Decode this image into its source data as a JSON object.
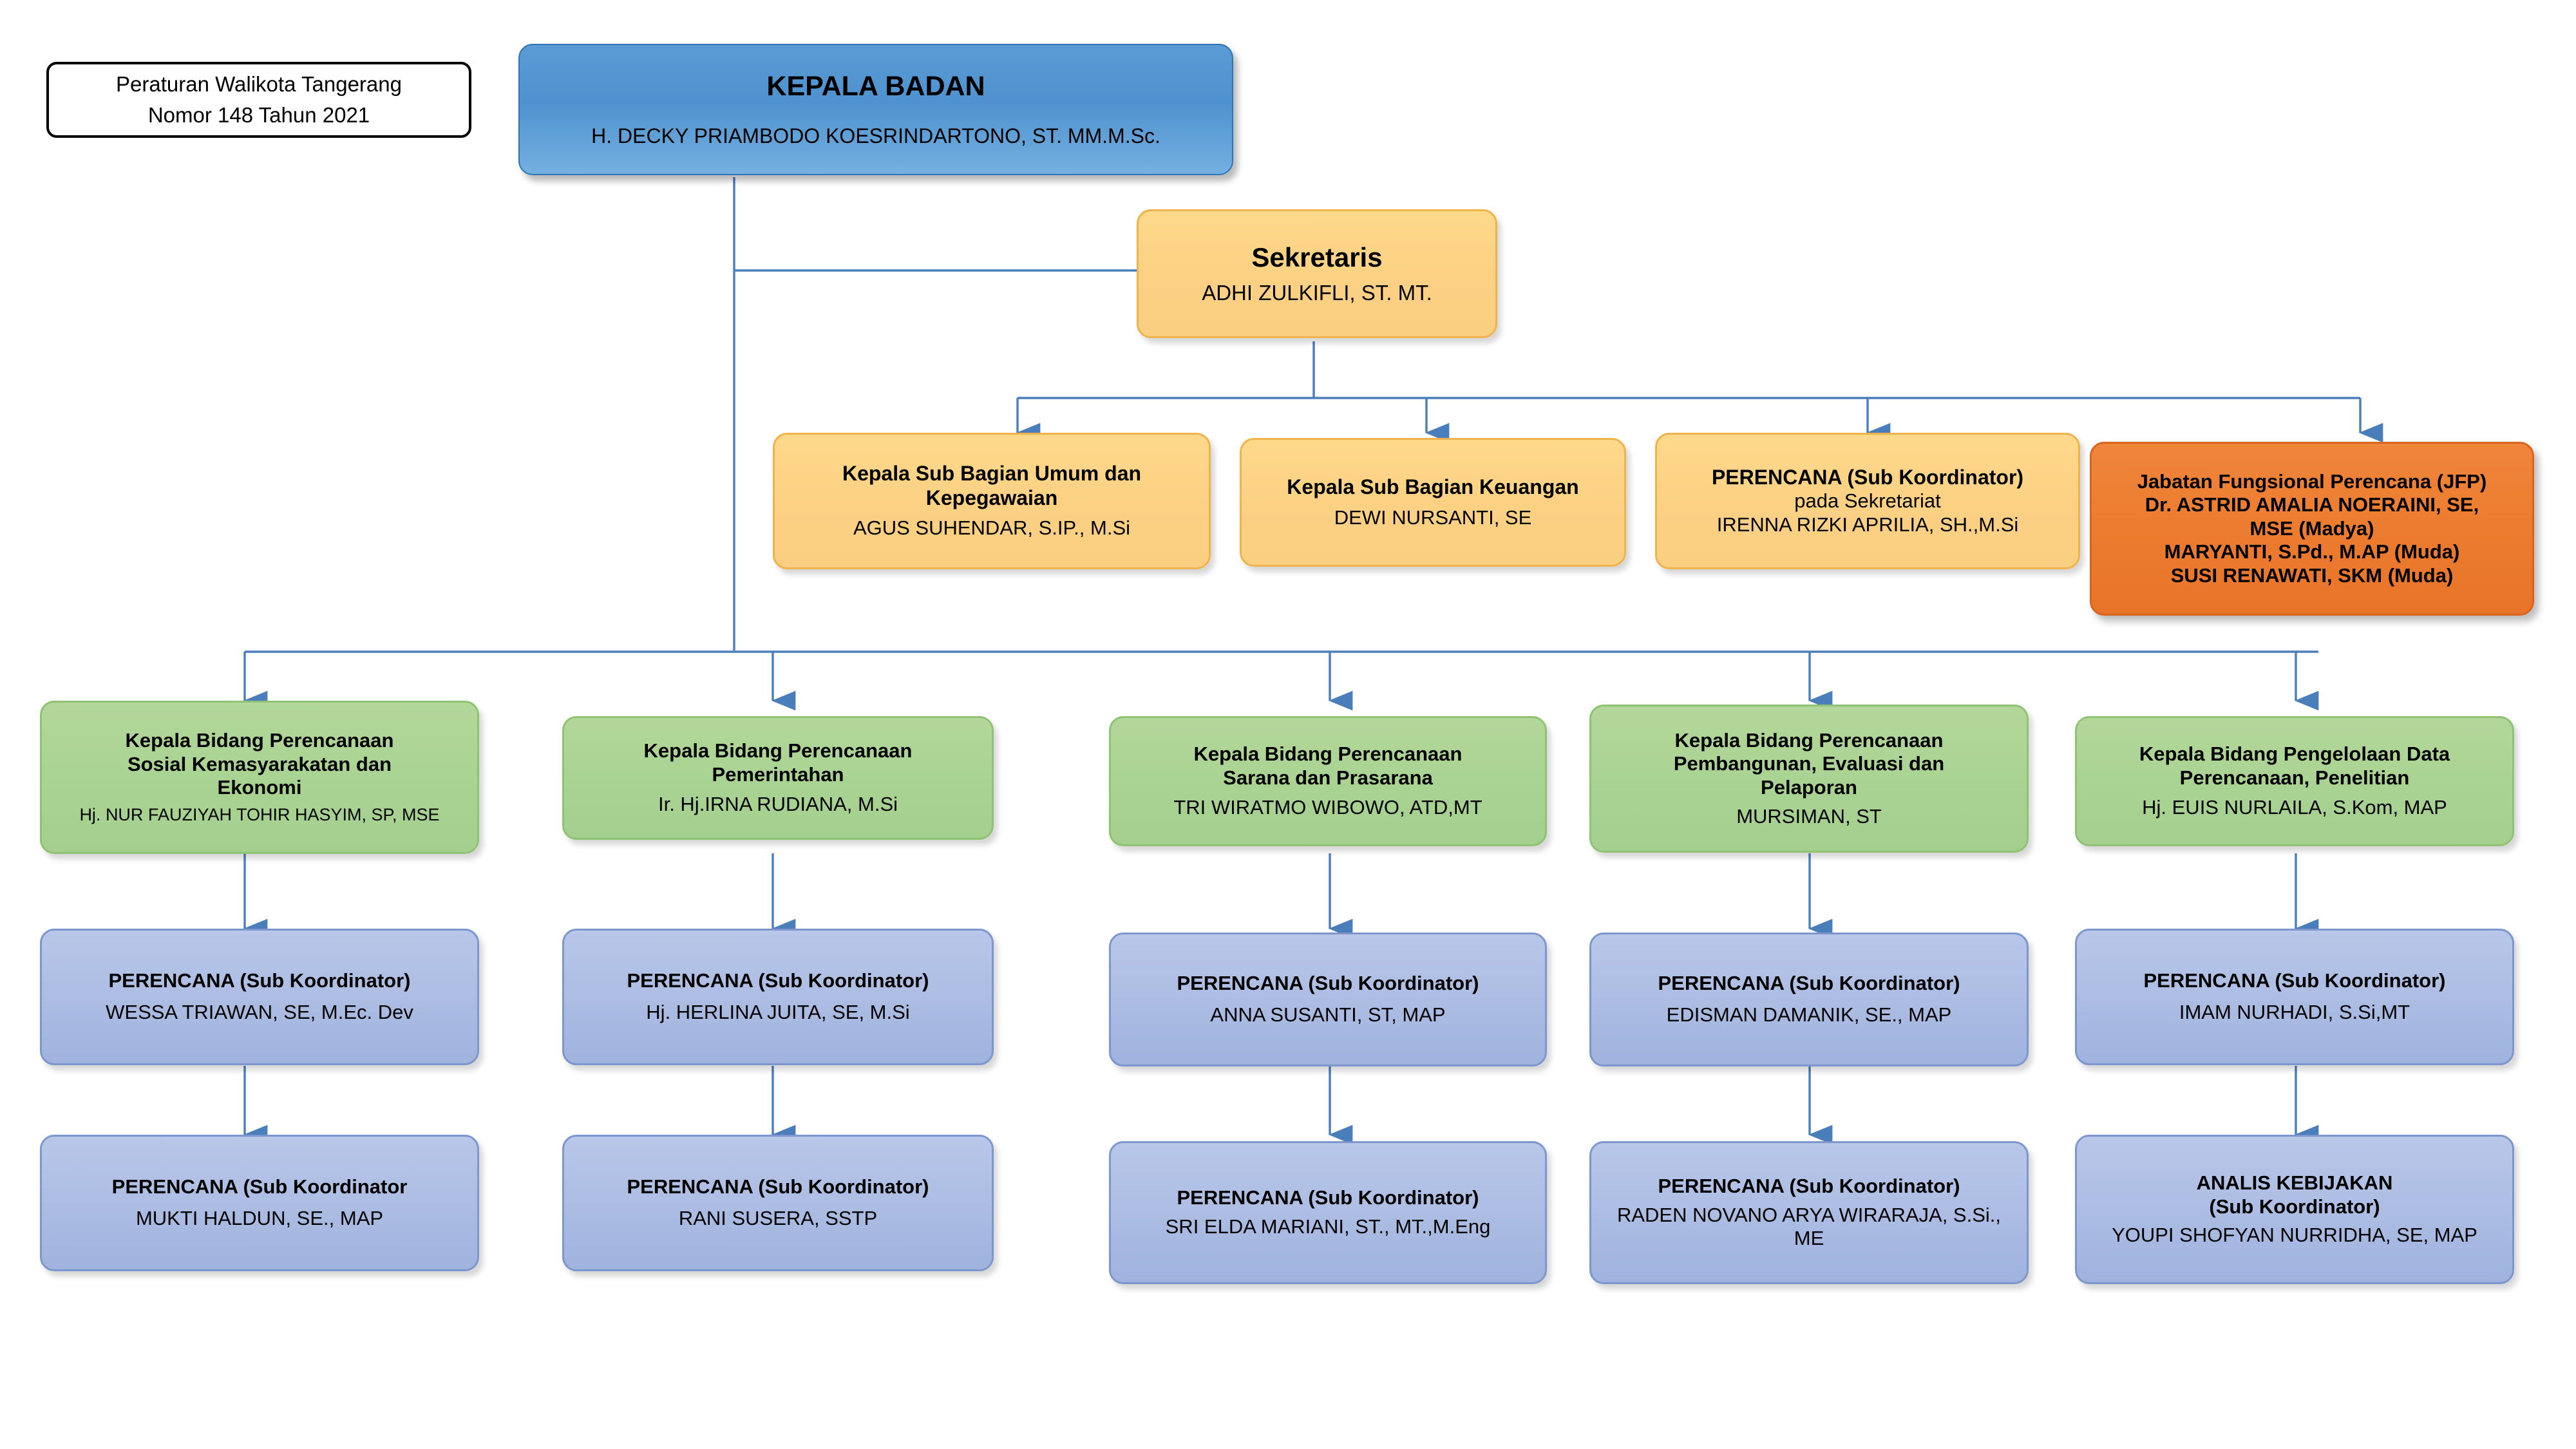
{
  "document": {
    "type": "organization-chart",
    "legend": {
      "line1": "Peraturan Walikota Tangerang",
      "line2": "Nomor  148 Tahun 2021"
    }
  },
  "colors": {
    "head_blue": "#5b9bd5",
    "secretary_yellow": "#fcd184",
    "functional_orange": "#ec7c2f",
    "division_green": "#a9d392",
    "coordinator_periwinkle": "#aebee4",
    "connector_blue": "#4a7ebb",
    "legend_border": "#000000"
  },
  "head": {
    "title": "KEPALA BADAN",
    "name": "H. DECKY PRIAMBODO KOESRINDARTONO, ST. MM.M.Sc."
  },
  "secretary": {
    "title": "Sekretaris",
    "name": "ADHI ZULKIFLI, ST. MT."
  },
  "secretariat_units": [
    {
      "title_line1": "Kepala Sub Bagian Umum dan",
      "title_line2": "Kepegawaian",
      "name": "AGUS SUHENDAR, S.IP., M.Si"
    },
    {
      "title": "Kepala Sub Bagian Keuangan",
      "name": "DEWI NURSANTI, SE"
    },
    {
      "title": "PERENCANA (Sub Koordinator)",
      "subtitle": "pada Sekretariat",
      "name": "IRENNA RIZKI APRILIA, SH.,M.Si"
    }
  ],
  "functional_group": {
    "title": "Jabatan Fungsional Perencana (JFP)",
    "members": [
      "Dr. ASTRID AMALIA NOERAINI, SE,",
      "MSE  (Madya)",
      "MARYANTI, S.Pd., M.AP  (Muda)",
      "SUSI RENAWATI, SKM (Muda)"
    ]
  },
  "divisions": [
    {
      "title_lines": [
        "Kepala Bidang Perencanaan",
        "Sosial Kemasyarakatan dan",
        "Ekonomi"
      ],
      "name": "Hj. NUR FAUZIYAH TOHIR HASYIM, SP, MSE",
      "children": [
        {
          "title": "PERENCANA (Sub Koordinator)",
          "name": "WESSA TRIAWAN, SE, M.Ec. Dev"
        },
        {
          "title": "PERENCANA (Sub Koordinator",
          "name": "MUKTI HALDUN, SE., MAP"
        }
      ]
    },
    {
      "title_lines": [
        "Kepala Bidang Perencanaan",
        "Pemerintahan"
      ],
      "name": "Ir. Hj.IRNA RUDIANA, M.Si",
      "children": [
        {
          "title": "PERENCANA (Sub Koordinator)",
          "name": "Hj. HERLINA JUITA, SE, M.Si"
        },
        {
          "title": "PERENCANA (Sub Koordinator)",
          "name": "RANI SUSERA, SSTP"
        }
      ]
    },
    {
      "title_lines": [
        "Kepala Bidang Perencanaan",
        "Sarana dan Prasarana"
      ],
      "name": "TRI WIRATMO WIBOWO, ATD,MT",
      "children": [
        {
          "title": "PERENCANA (Sub Koordinator)",
          "name": "ANNA SUSANTI, ST, MAP"
        },
        {
          "title": "PERENCANA (Sub Koordinator)",
          "name": "SRI ELDA MARIANI, ST., MT.,M.Eng"
        }
      ]
    },
    {
      "title_lines": [
        "Kepala Bidang Perencanaan",
        "Pembangunan, Evaluasi dan",
        "Pelaporan"
      ],
      "name": "MURSIMAN, ST",
      "children": [
        {
          "title": "PERENCANA (Sub Koordinator)",
          "name": "EDISMAN DAMANIK, SE., MAP"
        },
        {
          "title": "PERENCANA (Sub Koordinator)",
          "name": "RADEN NOVANO ARYA WIRARAJA, S.Si., ME"
        }
      ]
    },
    {
      "title_lines": [
        "Kepala Bidang Pengelolaan Data",
        "Perencanaan, Penelitian"
      ],
      "name": "Hj. EUIS NURLAILA, S.Kom, MAP",
      "children": [
        {
          "title": "PERENCANA (Sub Koordinator)",
          "name": "IMAM NURHADI, S.Si,MT"
        },
        {
          "title_line1": "ANALIS KEBIJAKAN",
          "title_line2": "(Sub Koordinator)",
          "name": "YOUPI SHOFYAN NURRIDHA, SE, MAP"
        }
      ]
    }
  ]
}
